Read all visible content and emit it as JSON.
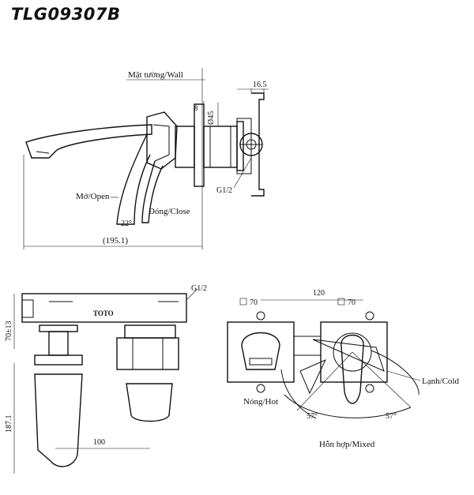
{
  "model": "TLG09307B",
  "labels": {
    "wall": "Mặt tường/Wall",
    "dim_16_5": "16.5",
    "dim_8": "8",
    "dim_45": "Ø45",
    "thread_top": "G1/2",
    "open": "Mở/Open",
    "close": "Đóng/Close",
    "angle_22": "22°",
    "length_195": "(195.1)",
    "thread_front": "G1/2",
    "brand": "TOTO",
    "height_70_13": "70±13",
    "height_187": "187.1",
    "dim_100": "100",
    "dim_120": "120",
    "sq70_left": "70",
    "sq70_right": "70",
    "hot": "Nóng/Hot",
    "cold": "Lạnh/Cold",
    "angle_57_left": "57°",
    "angle_57_right": "57°",
    "mixed": "Hỗn hợp/Mixed"
  }
}
